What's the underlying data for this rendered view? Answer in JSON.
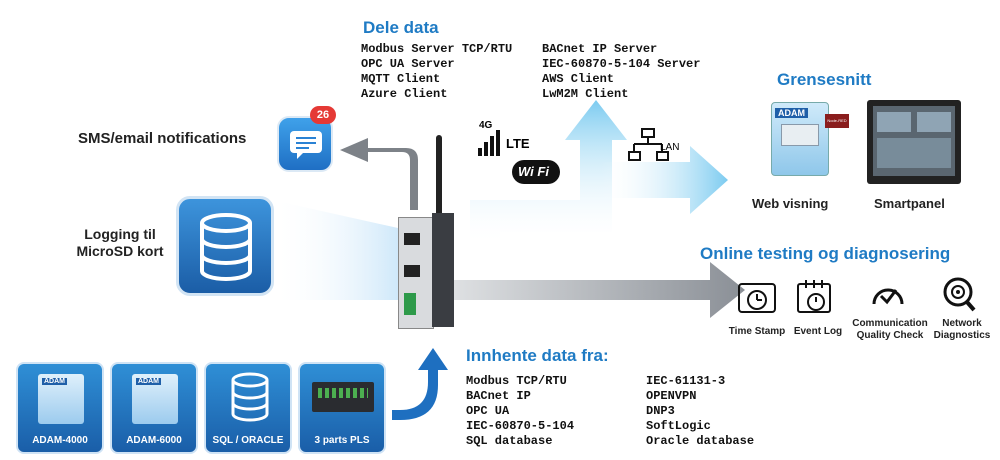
{
  "share": {
    "title": "Dele data",
    "col1": [
      "Modbus Server TCP/RTU",
      "OPC UA Server",
      "MQTT Client",
      "Azure Client"
    ],
    "col2": [
      "BACnet IP  Server",
      "IEC-60870-5-104 Server",
      "AWS Client",
      "LwM2M Client"
    ]
  },
  "interface": {
    "title": "Grensesnitt",
    "web": "Web visning",
    "panel": "Smartpanel",
    "adam_logo": "ADAM",
    "badge": "Node-RED"
  },
  "online": {
    "title": "Online testing og diagnosering",
    "items": [
      {
        "label": "Time Stamp",
        "icon": "clock-icon"
      },
      {
        "label": "Event Log",
        "icon": "event-log-icon"
      },
      {
        "label": "Communication Quality Check",
        "icon": "check-gauge-icon"
      },
      {
        "label": "Network Diagnostics",
        "icon": "network-diagnostics-icon"
      }
    ]
  },
  "collect": {
    "title": "Innhente data fra:",
    "col1": [
      "Modbus TCP/RTU",
      "BACnet IP",
      "OPC UA",
      "IEC-60870-5-104",
      "SQL database"
    ],
    "col2": [
      "IEC-61131-3",
      "OPENVPN",
      "DNP3",
      "SoftLogic",
      "Oracle database"
    ]
  },
  "notification": {
    "label": "SMS/email notifications",
    "badge": "26"
  },
  "logging": {
    "label_line1": "Logging til",
    "label_line2": "MicroSD kort"
  },
  "network": {
    "lte_top": "4G",
    "lte": "LTE",
    "wifi": "Wi Fi",
    "lan": "LAN"
  },
  "sources": [
    {
      "label": "ADAM-4000",
      "logo": "ADAM"
    },
    {
      "label": "ADAM-6000",
      "logo": "ADAM"
    },
    {
      "label": "SQL / ORACLE"
    },
    {
      "label": "3 parts PLS"
    }
  ],
  "colors": {
    "accent": "#1f7bc4",
    "arrow_blue": "#8fd3f4",
    "arrow_gray": "#8a8f96"
  }
}
